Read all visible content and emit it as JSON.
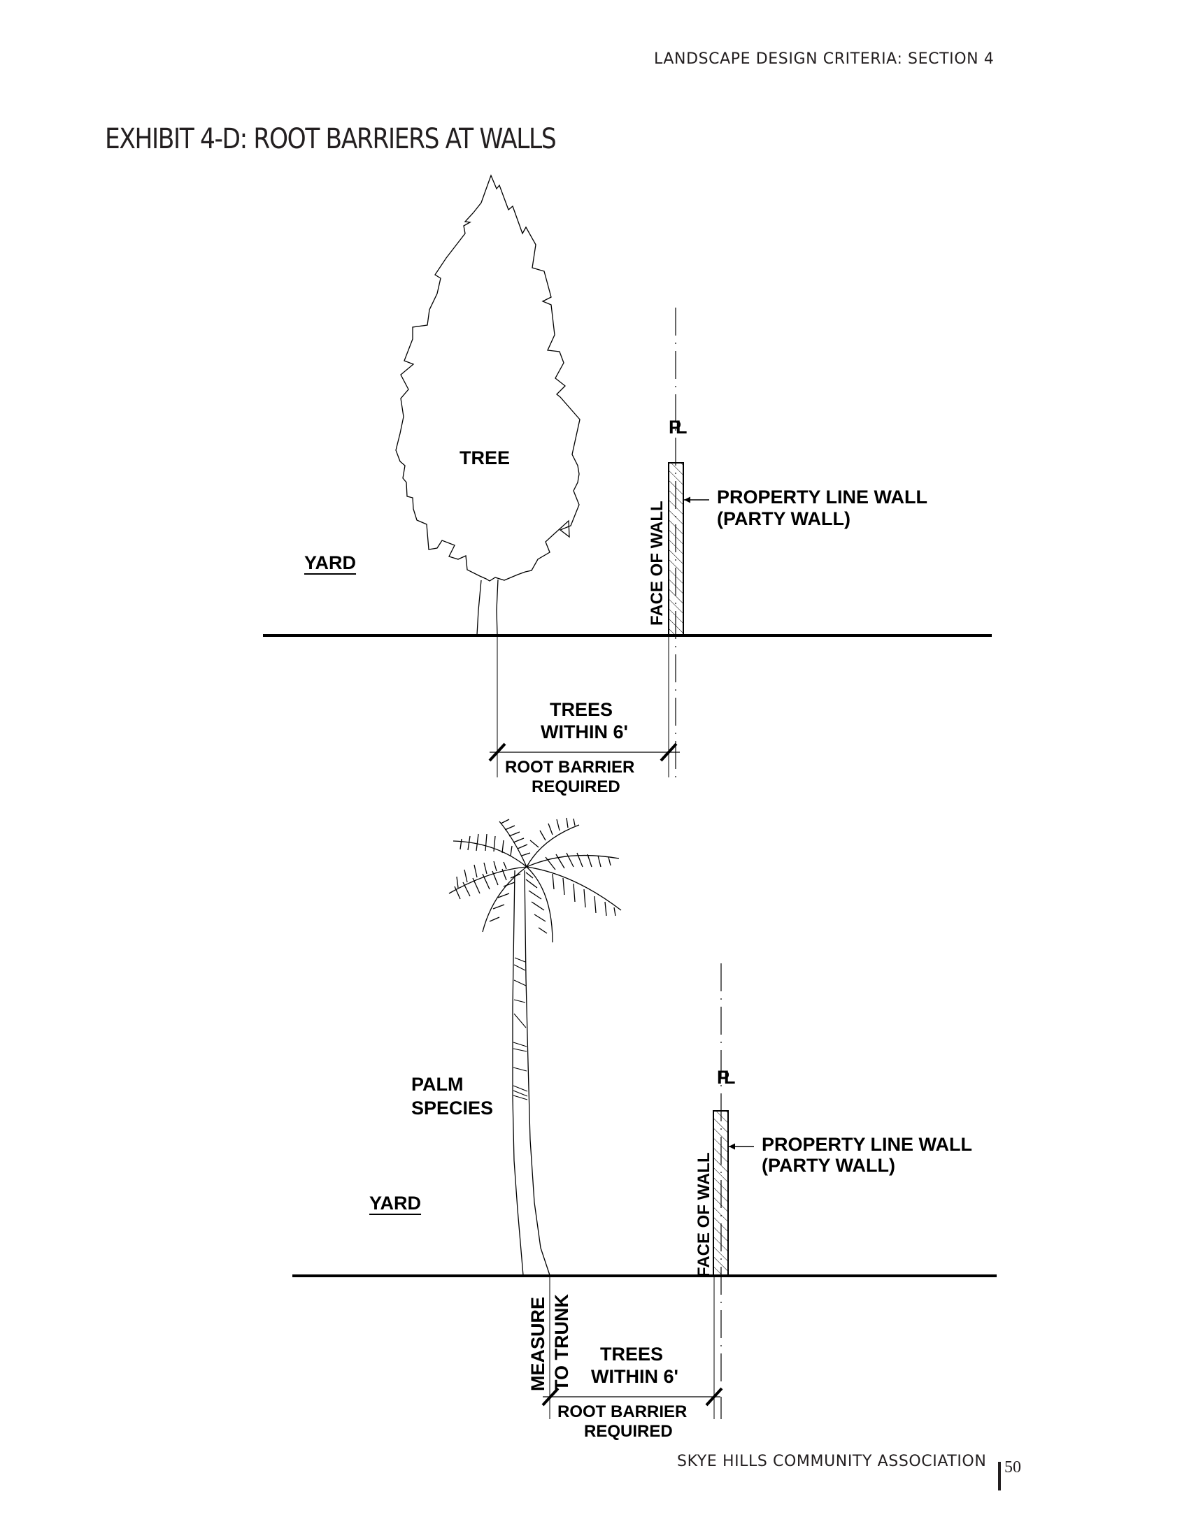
{
  "header": {
    "section": "LANDSCAPE DESIGN CRITERIA: SECTION 4"
  },
  "exhibit": {
    "title": "EXHIBIT 4-D: ROOT BARRIERS AT WALLS"
  },
  "diagram_top": {
    "tree_label": "TREE",
    "yard_label": "YARD",
    "property_line_symbol": "PL",
    "face_of_wall_label": "FACE OF WALL",
    "wall_label_line1": "PROPERTY LINE WALL",
    "wall_label_line2": "(PARTY WALL)",
    "dimension_label_line1": "TREES",
    "dimension_label_line2": "WITHIN 6'",
    "barrier_label_line1": "ROOT BARRIER",
    "barrier_label_line2": "REQUIRED"
  },
  "diagram_bottom": {
    "palm_label_line1": "PALM",
    "palm_label_line2": "SPECIES",
    "yard_label": "YARD",
    "property_line_symbol": "PL",
    "face_of_wall_label": "FACE OF WALL",
    "wall_label_line1": "PROPERTY LINE WALL",
    "wall_label_line2": "(PARTY WALL)",
    "measure_label_line1": "MEASURE",
    "measure_label_line2": "TO TRUNK",
    "dimension_label_line1": "TREES",
    "dimension_label_line2": "WITHIN 6'",
    "barrier_label_line1": "ROOT BARRIER",
    "barrier_label_line2": "REQUIRED"
  },
  "footer": {
    "organization": "SKYE HILLS COMMUNITY ASSOCIATION",
    "page_number": "50"
  }
}
